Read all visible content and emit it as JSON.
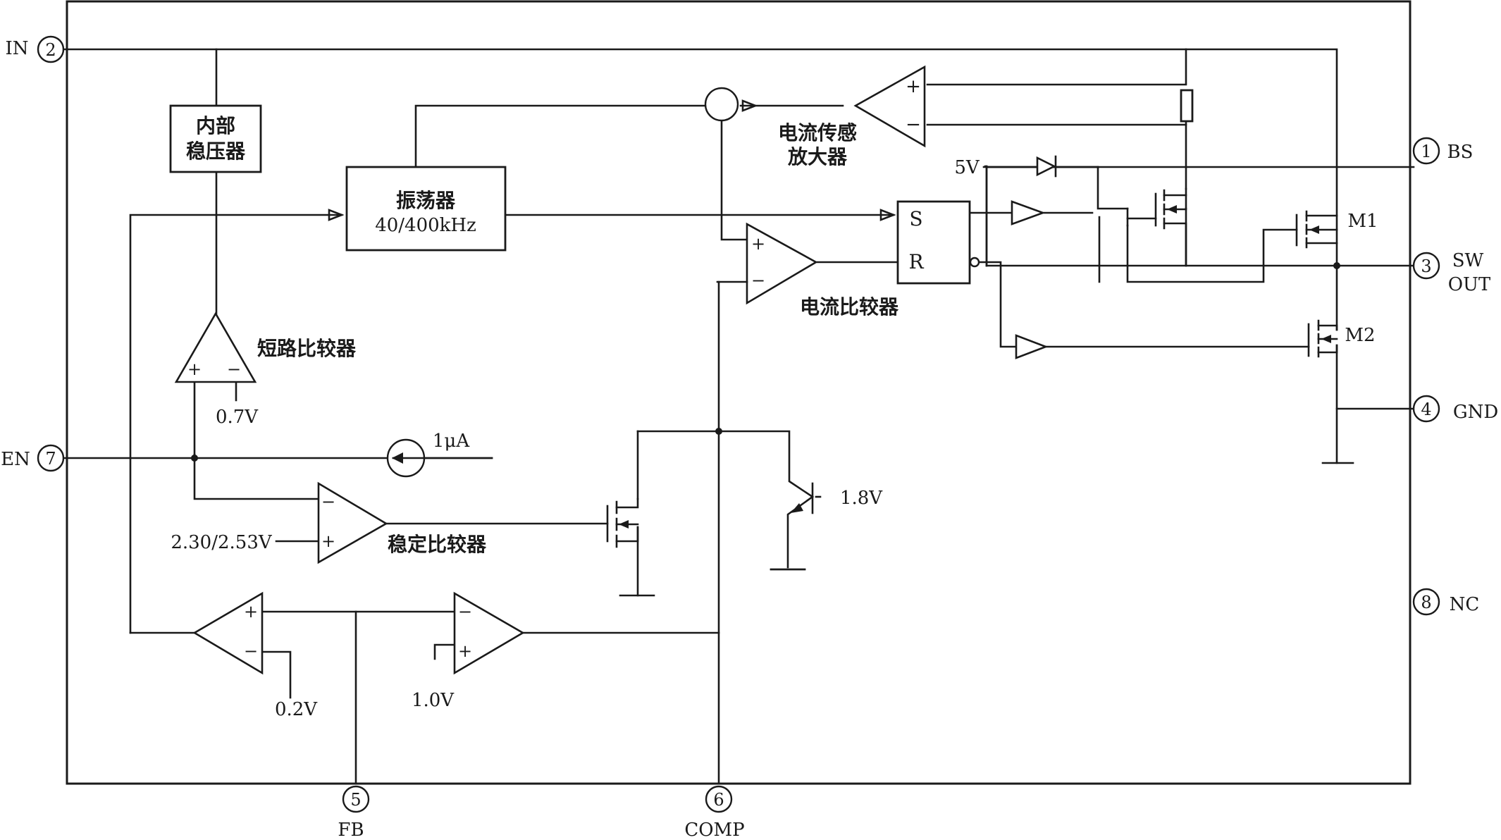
{
  "pins": [
    {
      "num": "2",
      "label": "IN"
    },
    {
      "num": "7",
      "label": "EN"
    },
    {
      "num": "1",
      "label": "BS"
    },
    {
      "num": "3",
      "label": "SW",
      "label2": "OUT"
    },
    {
      "num": "4",
      "label": "GND"
    },
    {
      "num": "8",
      "label": "NC"
    },
    {
      "num": "5",
      "label": "FB"
    },
    {
      "num": "6",
      "label": "COMP"
    }
  ],
  "blocks": {
    "regulator": {
      "line1": "内部",
      "line2": "稳压器"
    },
    "oscillator": {
      "line1": "振荡器",
      "line2": "40/400kHz"
    },
    "latch": {
      "s": "S",
      "r": "R"
    }
  },
  "amplifier_labels": {
    "current_sense": {
      "line1": "电流传感",
      "line2": "放大器"
    },
    "current_comparator": "电流比较器",
    "short_comparator": "短路比较器",
    "stable_comparator": "稳定比较器"
  },
  "signs": {
    "plus": "+",
    "minus": "−"
  },
  "voltages": {
    "v_5v": "5V",
    "v_07": "0.7V",
    "v_1ua": "1μA",
    "v_18": "1.8V",
    "v_ref": "2.30/2.53V",
    "v_02": "0.2V",
    "v_10": "1.0V"
  },
  "transistors": {
    "m1": "M1",
    "m2": "M2"
  }
}
